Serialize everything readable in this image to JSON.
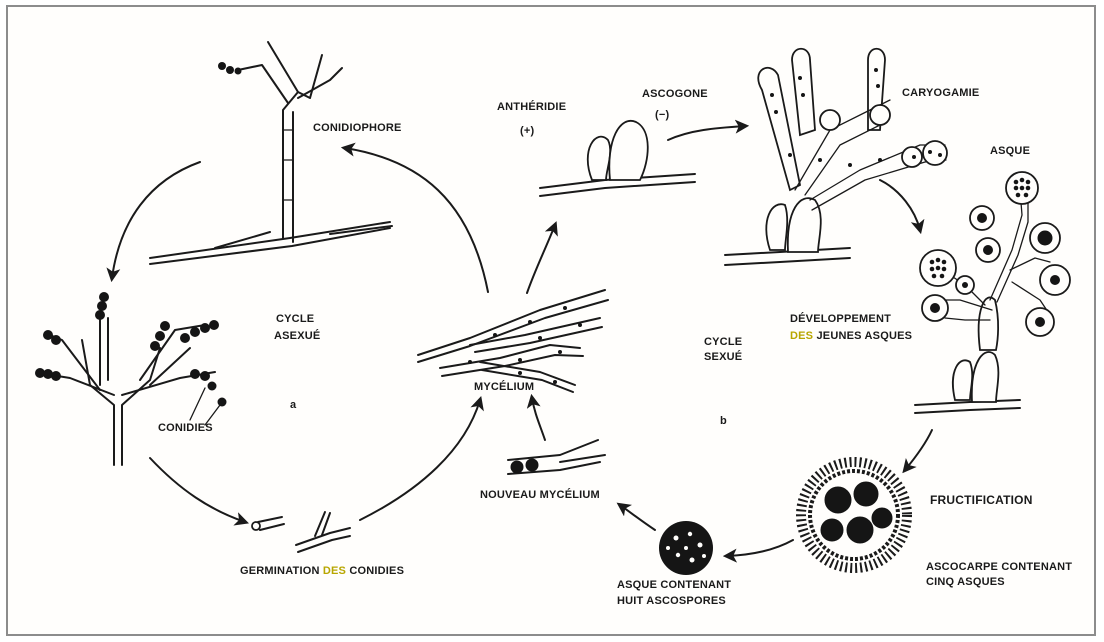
{
  "labels": {
    "conidiophore": "CONIDIOPHORE",
    "cycle_asexue_1": "CYCLE",
    "cycle_asexue_2": "ASEXUÉ",
    "letter_a": "a",
    "conidies": "CONIDIES",
    "germination_1": "GERMINATION ",
    "germination_des": "DES",
    "germination_2": " CONIDIES",
    "mycelium": "MYCÉLIUM",
    "nouveau_mycelium": "NOUVEAU MYCÉLIUM",
    "antheridie": "ANTHÉRIDIE",
    "antheridie_sign": "(+)",
    "ascogone": "ASCOGONE",
    "ascogone_sign": "(−)",
    "caryogamie": "CARYOGAMIE",
    "asque": "ASQUE",
    "cycle_sexue_1": "CYCLE",
    "cycle_sexue_2": "SEXUÉ",
    "developpement_1": "DÉVELOPPEMENT",
    "developpement_des": "DES",
    "developpement_2": " JEUNES ASQUES",
    "letter_b": "b",
    "fructification": "FRUCTIFICATION",
    "ascocarpe_1": "ASCOCARPE CONTENANT",
    "ascocarpe_2": "CINQ ASQUES",
    "asque_contenant_1": "ASQUE CONTENANT",
    "asque_contenant_2": "HUIT ASCOSPORES"
  },
  "colors": {
    "ink": "#1a1a1a",
    "highlight": "#b8a600",
    "border": "#8c8c8c",
    "paper": "#fffefc"
  }
}
